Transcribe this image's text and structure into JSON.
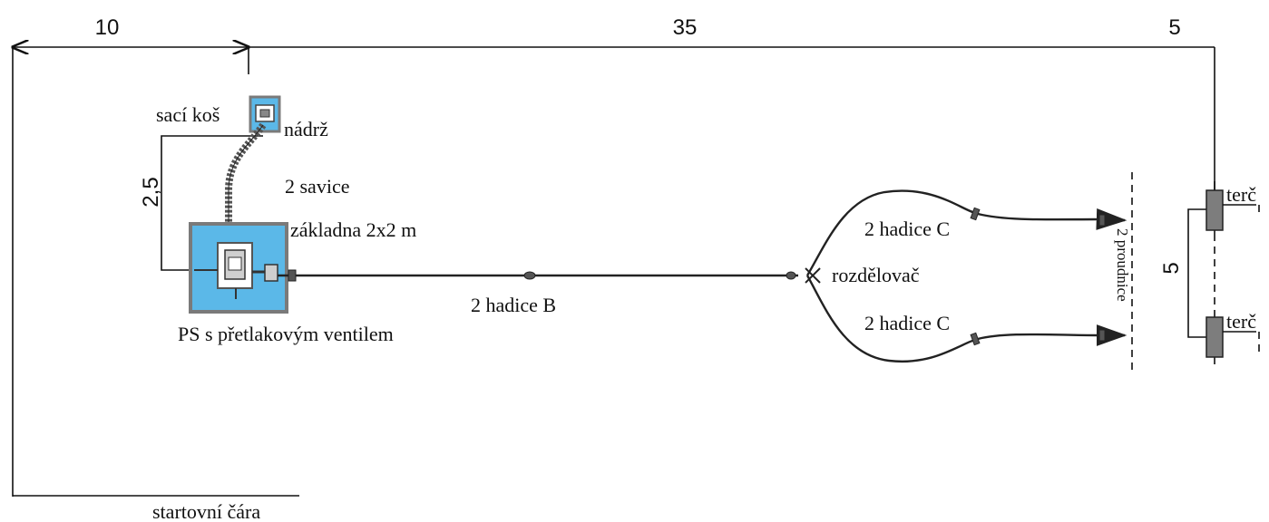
{
  "dimensions": {
    "d10": "10",
    "d35": "35",
    "d5_top": "5",
    "d2_5": "2,5",
    "d5_targets": "5"
  },
  "labels": {
    "saci_kos": "sací koš",
    "nadrz": "nádrž",
    "savice": "2 savice",
    "zakladna": "základna 2x2 m",
    "ps": "PS s přetlakovým ventilem",
    "hadice_b": "2 hadice B",
    "rozdelovac": "rozdělovač",
    "hadice_c_top": "2 hadice C",
    "hadice_c_bottom": "2 hadice C",
    "proudnice": "2 proudnice",
    "terc_top": "terč",
    "terc_bottom": "terč",
    "startovni_cara": "startovní čára"
  },
  "colors": {
    "water_blue": "#5bb8e8",
    "base_border": "#7a7a7a",
    "target_fill": "#7d7d7d",
    "line": "#111111"
  }
}
